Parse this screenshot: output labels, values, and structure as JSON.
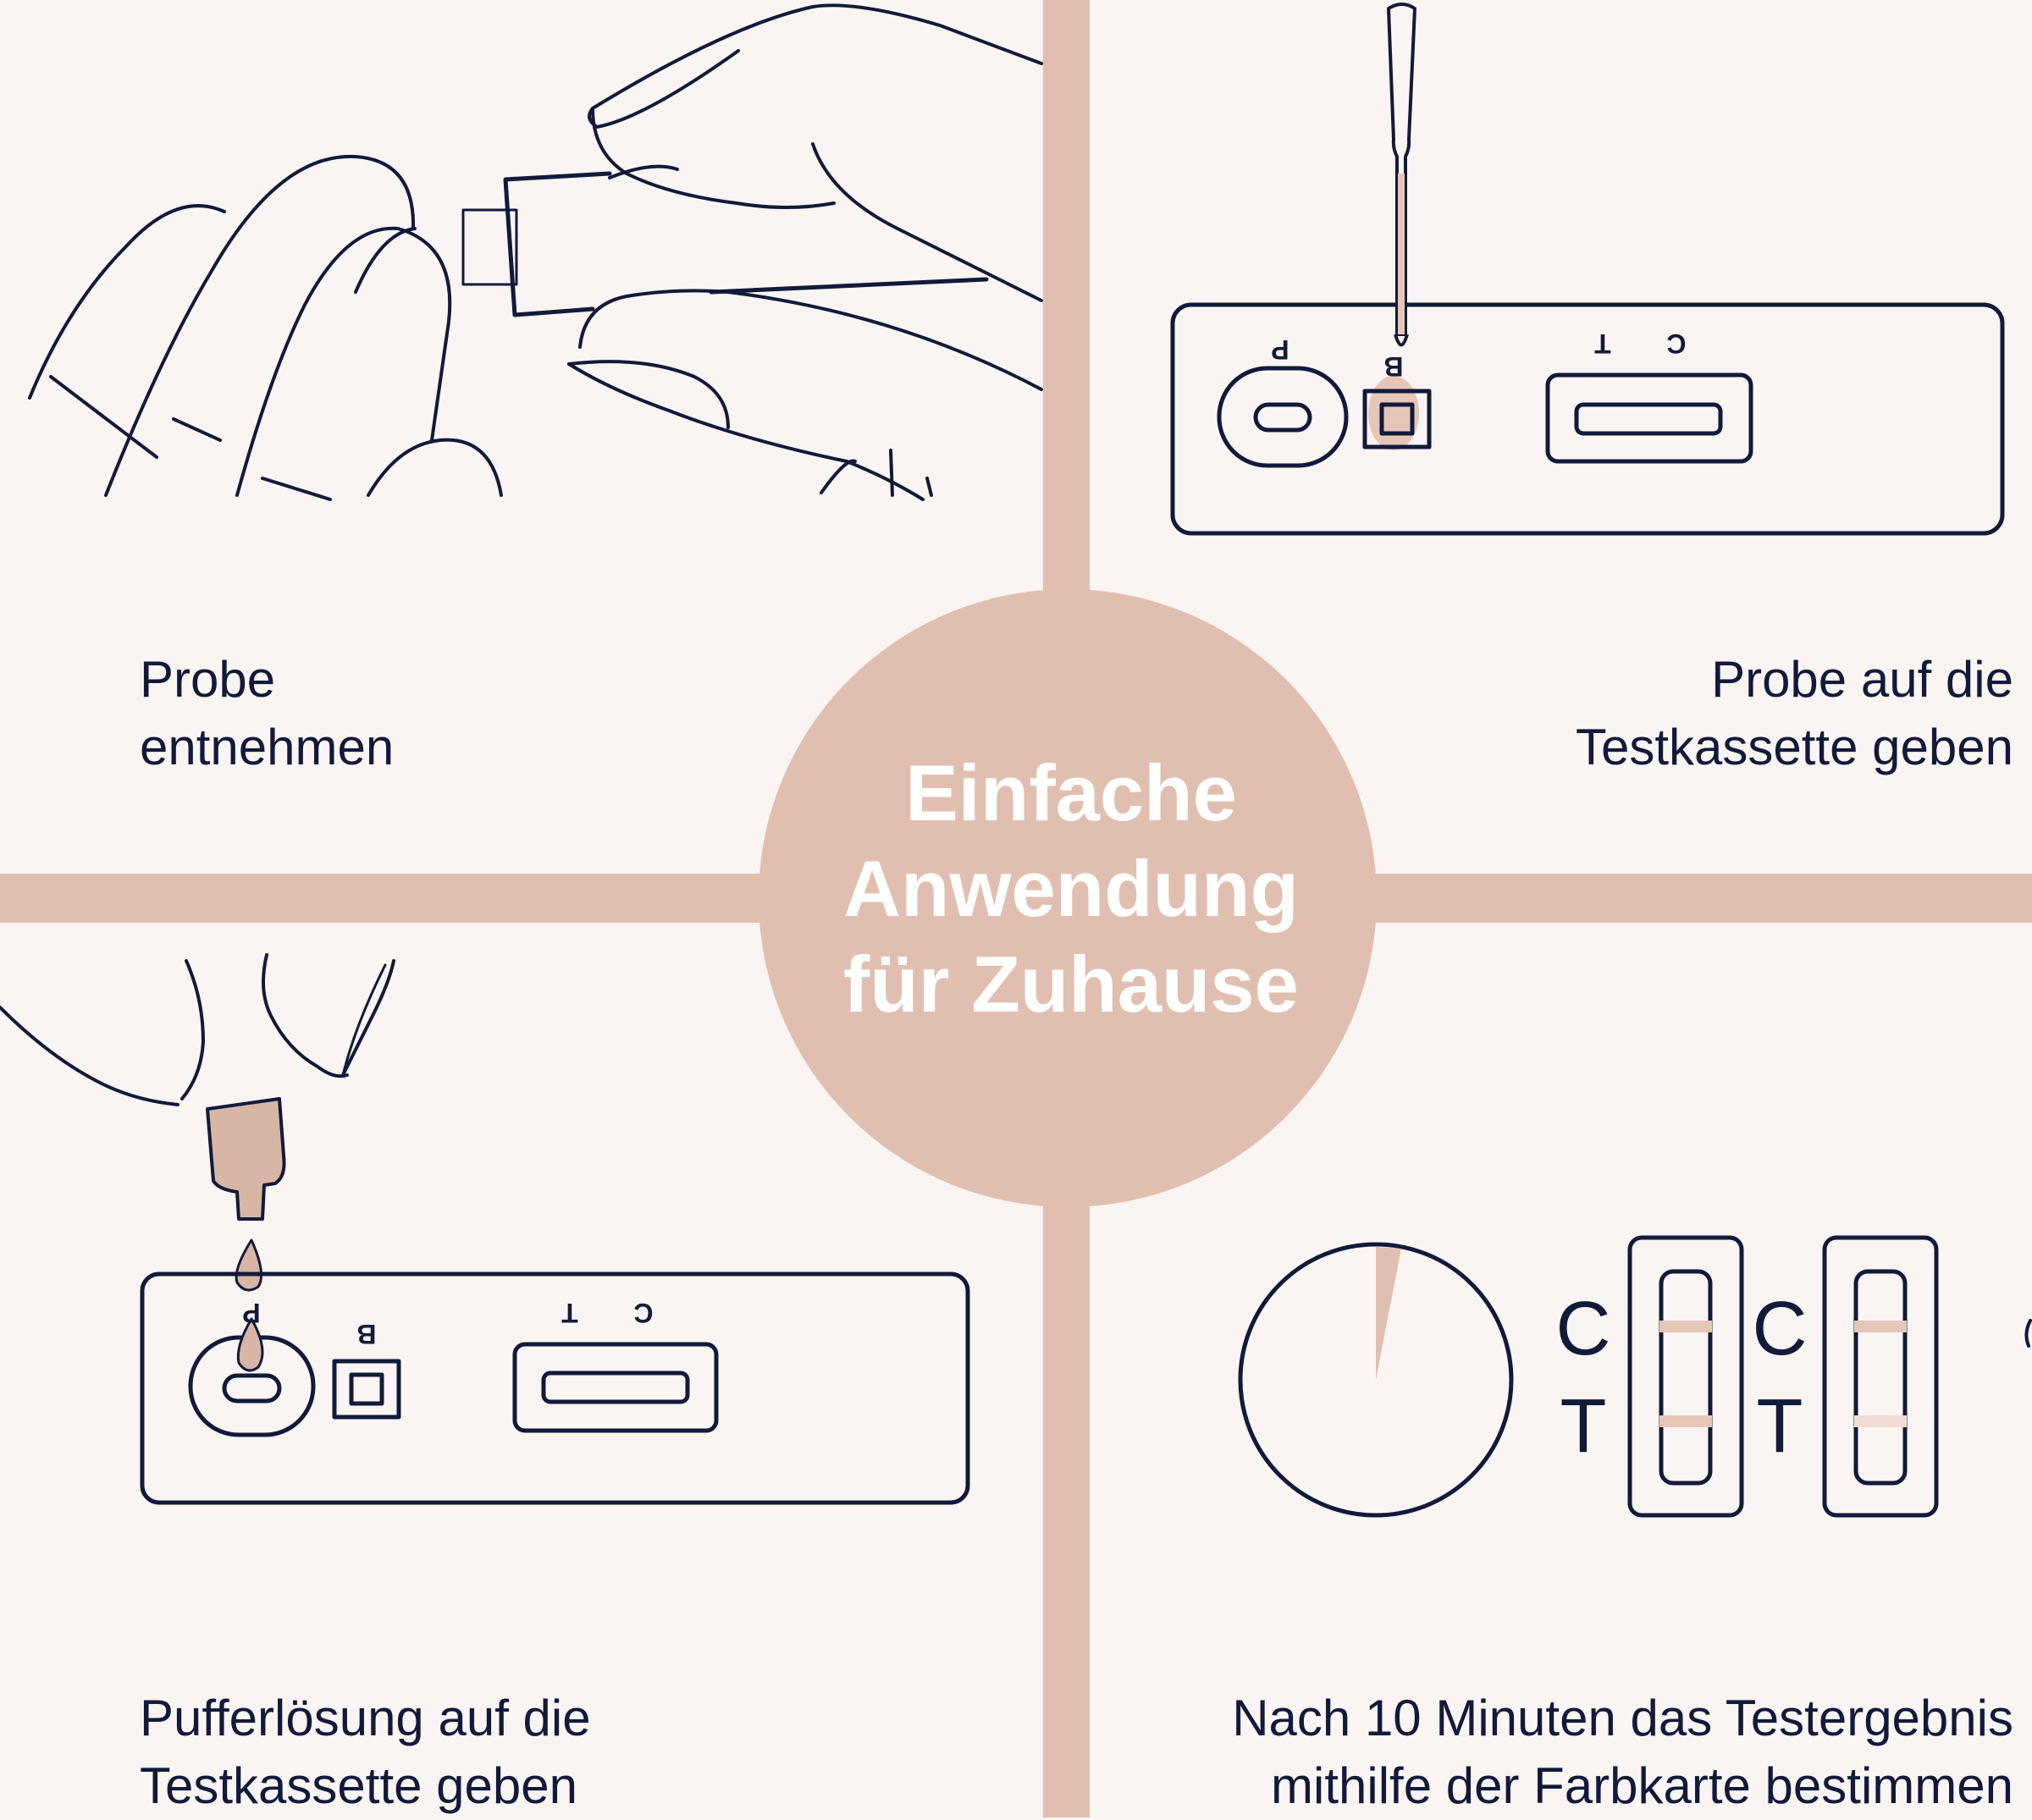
{
  "center_title": "Einfache\nAnwendung\nfür Zuhause",
  "steps": [
    {
      "caption": "Probe\nentnehmen"
    },
    {
      "caption": "Probe auf die\nTestkassette geben"
    },
    {
      "caption": "Pufferlösung auf die\nTestkassette geben"
    },
    {
      "caption": "Nach 10 Minuten das Testergebnis\nmithilfe der Farbkarte bestimmen"
    }
  ],
  "cassette_labels": {
    "sample": "P",
    "buffer": "B",
    "test": "T",
    "control": "C"
  },
  "result_labels": {
    "control": "C",
    "test": "T"
  },
  "colors": {
    "background": "#faf5f2",
    "accent": "#e0bfb1",
    "ink": "#121a3a",
    "line_faint": "#f1ddd6",
    "line_medium": "#e6c6b8"
  }
}
